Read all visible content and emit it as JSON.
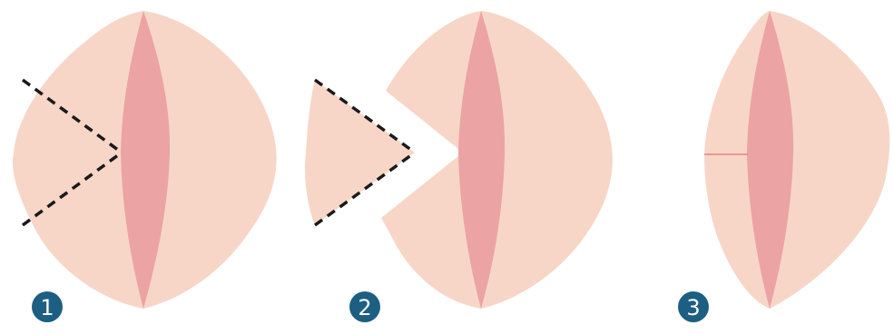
{
  "colors": {
    "skin": "#f7d6c8",
    "defect": "#eca3a3",
    "dash": "#1a1a1a",
    "badge": "#1c5f82",
    "badge_text": "#ffffff",
    "suture": "#e58080"
  },
  "steps": [
    {
      "number": "1"
    },
    {
      "number": "2"
    },
    {
      "number": "3"
    }
  ]
}
